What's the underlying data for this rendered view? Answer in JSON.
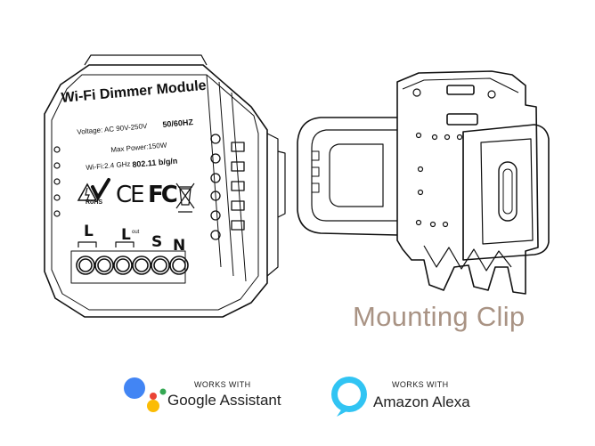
{
  "module": {
    "title": "Wi-Fi Dimmer Module",
    "voltage_label": "Voltage: AC 90V-250V",
    "frequency": "50/60HZ",
    "max_power": "Max Power:150W",
    "wifi": "Wi-Fi:2.4 GHz",
    "wifi_standard": "802.11 b/g/n",
    "rohs": "RoHS",
    "ce": "CE",
    "fc": "FC",
    "terminals": {
      "l1": "L",
      "l2": "L",
      "l2_sub": "out",
      "s": "S",
      "n": "N"
    }
  },
  "clip": {
    "label": "Mounting Clip"
  },
  "badges": {
    "google": {
      "small": "WORKS WITH",
      "big": "Google Assistant"
    },
    "alexa": {
      "small": "WORKS WITH",
      "big": "Amazon Alexa"
    }
  },
  "colors": {
    "clip_label": "#a99384",
    "google_blue": "#4285F4",
    "google_red": "#EA4335",
    "google_yellow": "#FBBC05",
    "google_green": "#34A853",
    "alexa_blue": "#31C4F3"
  }
}
